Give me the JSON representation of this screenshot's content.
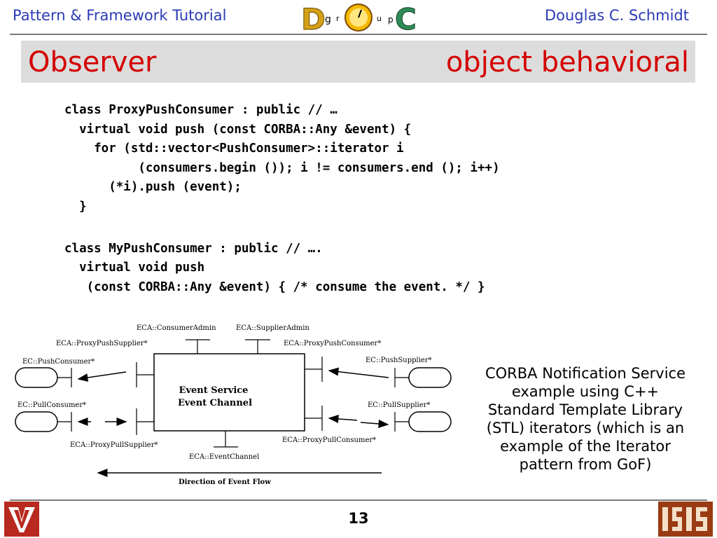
{
  "header": {
    "left": "Pattern & Framework Tutorial",
    "right": "Douglas C. Schmidt",
    "logo_letters": [
      "D",
      "g",
      "r",
      "O",
      "u",
      "p",
      "C"
    ]
  },
  "slide": {
    "title_left": "Observer",
    "title_right": "object behavioral",
    "page_number": "13"
  },
  "code": [
    "class ProxyPushConsumer : public // …",
    "  virtual void push (const CORBA::Any &event) {",
    "    for (std::vector<PushConsumer>::iterator i",
    "          (consumers.begin ()); i != consumers.end (); i++)",
    "      (*i).push (event);",
    "  }",
    "class MyPushConsumer : public // ….",
    "  virtual void push",
    "   (const CORBA::Any &event) { /* consume the event. */ }"
  ],
  "caption": [
    "CORBA Notification Service",
    "example using C++",
    "Standard Template Library",
    "(STL) iterators (which is an",
    "example of the Iterator",
    "pattern from GoF)"
  ],
  "diagram": {
    "channel_label_1": "Event Service",
    "channel_label_2": "Event Channel",
    "consumer_admin": "ECA::ConsumerAdmin",
    "supplier_admin": "ECA::SupplierAdmin",
    "proxy_push_supplier": "ECA::ProxyPushSupplier*",
    "proxy_push_consumer": "ECA::ProxyPushConsumer*",
    "push_consumer": "EC::PushConsumer*",
    "push_supplier": "EC::PushSupplier*",
    "pull_consumer": "EC::PullConsumer*",
    "pull_supplier": "EC::PullSupplier*",
    "proxy_pull_supplier": "ECA::ProxyPullSupplier*",
    "proxy_pull_consumer": "ECA::ProxyPullConsumer*",
    "event_channel": "ECA::EventChannel",
    "flow_label": "Direction of Event Flow"
  },
  "colors": {
    "header_text": "#2b3bb5",
    "title_text": "#d40000",
    "title_bar": "#dcdcdc",
    "vu_red": "#b8291f",
    "isis_brown": "#9a3b14"
  }
}
